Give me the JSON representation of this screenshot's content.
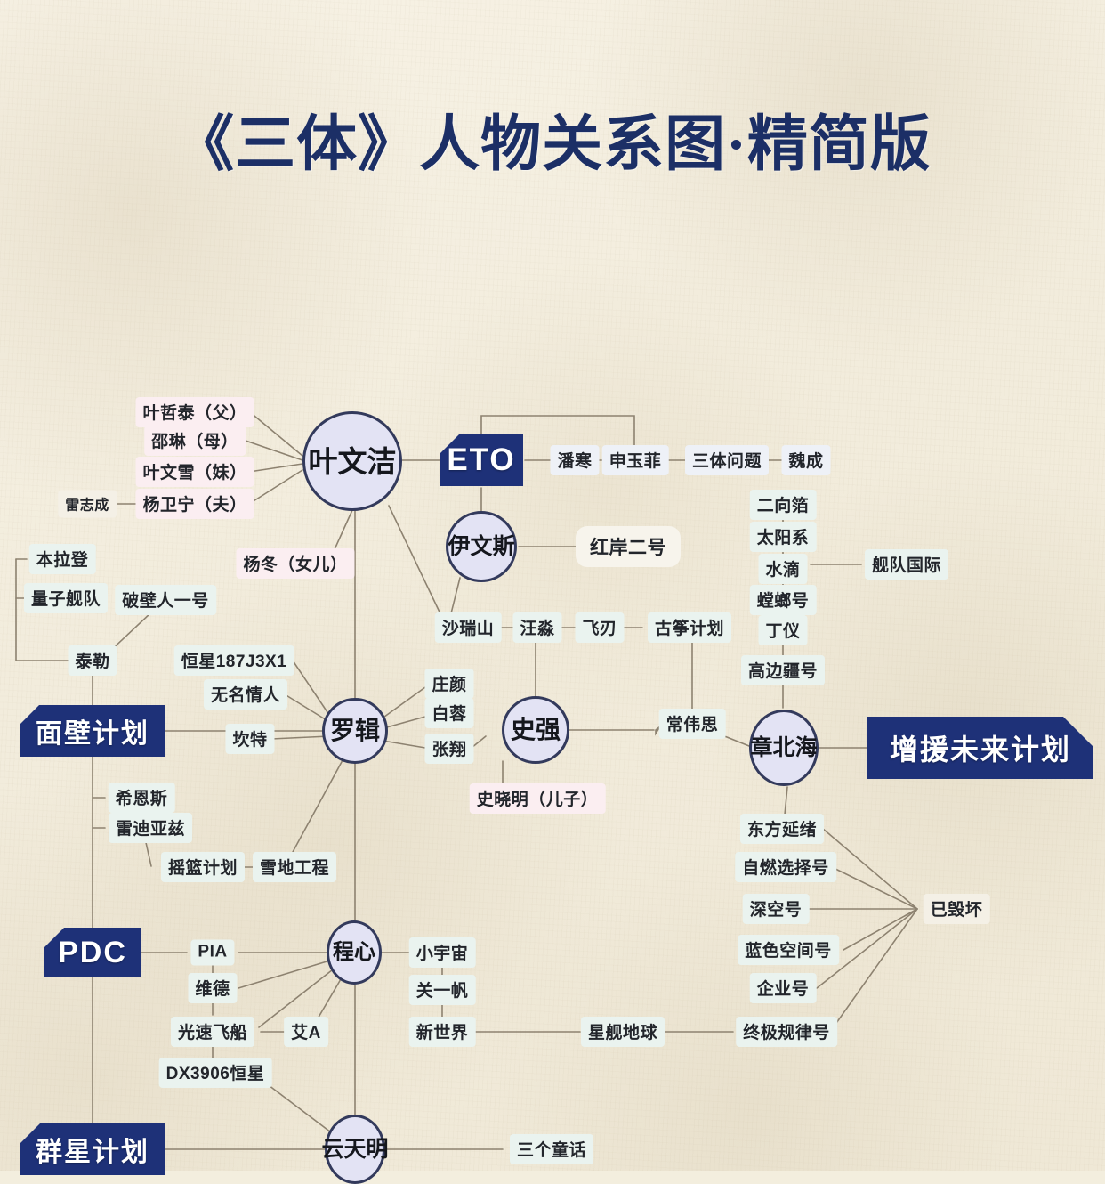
{
  "title": "《三体》人物关系图·精简版",
  "colors": {
    "paper": "#f4efe0",
    "navy": "#1e3178",
    "circle_fill": "#e3e3f4",
    "circle_stroke": "#333a5c",
    "edge": "#8a7f6b",
    "text": "#22252b"
  },
  "nodes": {
    "ye_zhetai": "叶哲泰（父）",
    "shao_lin": "邵琳（母）",
    "ye_wenxue": "叶文雪（妹）",
    "lei_zhicheng": "雷志成",
    "yang_weining": "杨卫宁（夫）",
    "ye_wenjie": "叶文洁",
    "yang_dong": "杨冬（女儿）",
    "eto": "ETO",
    "pan_han": "潘寒",
    "shen_yufei": "申玉菲",
    "santi_wenti": "三体问题",
    "wei_cheng": "魏成",
    "evans": "伊文斯",
    "hongan_erhao": "红岸二号",
    "sha_ruishan": "沙瑞山",
    "wang_miao": "汪淼",
    "fei_ren": "飞刃",
    "guzheng_jihua": "古筝计划",
    "er_xiang_bo": "二向箔",
    "taiyang_xi": "太阳系",
    "shui_di": "水滴",
    "jiandui_guoji": "舰队国际",
    "tanglang_hao": "螳螂号",
    "ding_yi": "丁仪",
    "gaobianjiang_hao": "高边疆号",
    "bin_laden": "本拉登",
    "liangzi_jiandui": "量子舰队",
    "powalren_yihao": "破壁人一号",
    "tai_le": "泰勒",
    "mianbi_jihua": "面壁计划",
    "hengxing_187j3x1": "恒星187J3X1",
    "wuming_qingren": "无名情人",
    "kan_te": "坎特",
    "luo_ji": "罗辑",
    "zhuang_yan": "庄颜",
    "bai_rong": "白蓉",
    "zhang_xiang": "张翔",
    "shi_qiang": "史强",
    "shi_xiaoming": "史晓明（儿子）",
    "chang_weisi": "常伟思",
    "zhang_beihai": "章北海",
    "zengyuan_weilai_jihua": "增援未来计划",
    "xi_ensi": "希恩斯",
    "lei_diyazi": "雷迪亚兹",
    "yaolan_jihua": "摇篮计划",
    "xuedi_gongcheng": "雪地工程",
    "dongfang_yanxu": "东方延绪",
    "ziran_xuanze_hao": "自燃选择号",
    "shenkong_hao": "深空号",
    "lanse_kongjian_hao": "蓝色空间号",
    "qiye_hao": "企业号",
    "zhongji_guilv_hao": "终极规律号",
    "yi_huihuai": "已毁坏",
    "pdc": "PDC",
    "pia": "PIA",
    "wei_de": "维德",
    "guangsu_feichuan": "光速飞船",
    "ai_a": "艾A",
    "dx3906_hengxing": "DX3906恒星",
    "cheng_xin": "程心",
    "xiao_yuzhou": "小宇宙",
    "guan_yifan": "关一帆",
    "xin_shijie": "新世界",
    "xingjian_diqiu": "星舰地球",
    "qunxing_jihua": "群星计划",
    "yun_tianming": "云天明",
    "san_ge_tonghua": "三个童话"
  },
  "graph": {
    "type": "node-link-diagram",
    "edges": [
      [
        "ye_wenjie",
        "ye_zhetai"
      ],
      [
        "ye_wenjie",
        "shao_lin"
      ],
      [
        "ye_wenjie",
        "ye_wenxue"
      ],
      [
        "ye_wenjie",
        "yang_weining"
      ],
      [
        "yang_weining",
        "lei_zhicheng"
      ],
      [
        "ye_wenjie",
        "yang_dong"
      ],
      [
        "ye_wenjie",
        "eto"
      ],
      [
        "ye_wenjie",
        "sha_ruishan"
      ],
      [
        "eto",
        "pan_han"
      ],
      [
        "pan_han",
        "shen_yufei"
      ],
      [
        "shen_yufei",
        "santi_wenti"
      ],
      [
        "santi_wenti",
        "wei_cheng"
      ],
      [
        "eto",
        "shen_yufei"
      ],
      [
        "eto",
        "evans"
      ],
      [
        "evans",
        "hongan_erhao"
      ],
      [
        "wang_miao",
        "fei_ren"
      ],
      [
        "fei_ren",
        "guzheng_jihua"
      ],
      [
        "er_xiang_bo",
        "taiyang_xi"
      ],
      [
        "taiyang_xi",
        "shui_di"
      ],
      [
        "shui_di",
        "jiandui_guoji"
      ],
      [
        "shui_di",
        "tanglang_hao"
      ],
      [
        "tanglang_hao",
        "ding_yi"
      ],
      [
        "ding_yi",
        "gaobianjiang_hao"
      ],
      [
        "gaobianjiang_hao",
        "zhang_beihai"
      ],
      [
        "bin_laden",
        "tai_le"
      ],
      [
        "liangzi_jiandui",
        "tai_le"
      ],
      [
        "powalren_yihao",
        "tai_le"
      ],
      [
        "tai_le",
        "mianbi_jihua"
      ],
      [
        "mianbi_jihua",
        "luo_ji"
      ],
      [
        "luo_ji",
        "hengxing_187j3x1"
      ],
      [
        "luo_ji",
        "wuming_qingren"
      ],
      [
        "luo_ji",
        "kan_te"
      ],
      [
        "luo_ji",
        "zhuang_yan"
      ],
      [
        "luo_ji",
        "bai_rong"
      ],
      [
        "luo_ji",
        "zhang_xiang"
      ],
      [
        "luo_ji",
        "yang_dong"
      ],
      [
        "luo_ji",
        "xuedi_gongcheng"
      ],
      [
        "shi_qiang",
        "wang_miao"
      ],
      [
        "shi_qiang",
        "zhang_xiang"
      ],
      [
        "shi_qiang",
        "shi_xiaoming"
      ],
      [
        "shi_qiang",
        "chang_weisi"
      ],
      [
        "guzheng_jihua",
        "chang_weisi"
      ],
      [
        "chang_weisi",
        "zhang_beihai"
      ],
      [
        "zhang_beihai",
        "zengyuan_weilai_jihua"
      ],
      [
        "zhang_beihai",
        "dongfang_yanxu"
      ],
      [
        "mianbi_jihua",
        "xi_ensi"
      ],
      [
        "mianbi_jihua",
        "lei_diyazi"
      ],
      [
        "lei_diyazi",
        "yaolan_jihua"
      ],
      [
        "yaolan_jihua",
        "xuedi_gongcheng"
      ],
      [
        "mianbi_jihua",
        "pdc"
      ],
      [
        "pdc",
        "qunxing_jihua"
      ],
      [
        "pdc",
        "pia"
      ],
      [
        "pia",
        "cheng_xin"
      ],
      [
        "pia",
        "wei_de"
      ],
      [
        "wei_de",
        "cheng_xin"
      ],
      [
        "wei_de",
        "guangsu_feichuan"
      ],
      [
        "guangsu_feichuan",
        "cheng_xin"
      ],
      [
        "guangsu_feichuan",
        "dx3906_hengxing"
      ],
      [
        "ai_a",
        "cheng_xin"
      ],
      [
        "ai_a",
        "guangsu_feichuan"
      ],
      [
        "cheng_xin",
        "xiao_yuzhou"
      ],
      [
        "xiao_yuzhou",
        "guan_yifan"
      ],
      [
        "guan_yifan",
        "xin_shijie"
      ],
      [
        "xin_shijie",
        "xingjian_diqiu"
      ],
      [
        "xingjian_diqiu",
        "zhongji_guilv_hao"
      ],
      [
        "cheng_xin",
        "yun_tianming"
      ],
      [
        "dx3906_hengxing",
        "yun_tianming"
      ],
      [
        "qunxing_jihua",
        "yun_tianming"
      ],
      [
        "yun_tianming",
        "san_ge_tonghua"
      ],
      [
        "dongfang_yanxu",
        "yi_huihuai"
      ],
      [
        "ziran_xuanze_hao",
        "yi_huihuai"
      ],
      [
        "shenkong_hao",
        "yi_huihuai"
      ],
      [
        "lanse_kongjian_hao",
        "yi_huihuai"
      ],
      [
        "qiye_hao",
        "yi_huihuai"
      ],
      [
        "zhongji_guilv_hao",
        "yi_huihuai"
      ]
    ]
  }
}
